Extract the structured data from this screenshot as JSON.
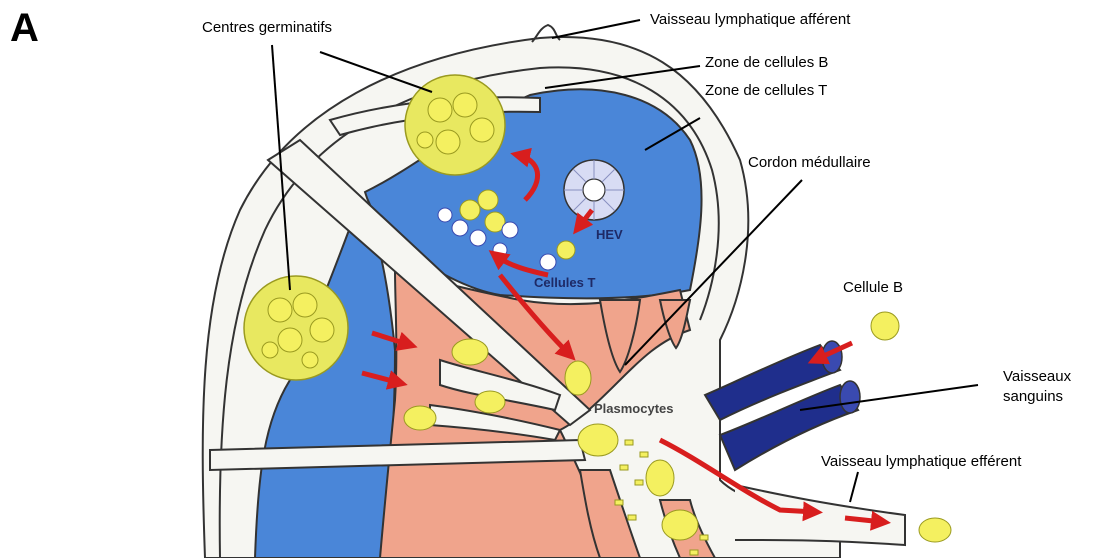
{
  "panel_letter": "A",
  "labels": {
    "centres_germinatifs": "Centres germinatifs",
    "vaisseau_afferent": "Vaisseau lymphatique afférent",
    "zone_b": "Zone de cellules B",
    "zone_t": "Zone de cellules T",
    "cordon_medullaire": "Cordon médullaire",
    "cellule_b": "Cellule B",
    "vaisseaux_sanguins_1": "Vaisseaux",
    "vaisseaux_sanguins_2": "sanguins",
    "vaisseau_efferent": "Vaisseau lymphatique efférent",
    "hev": "HEV",
    "cellules_t": "Cellules T",
    "plasmocytes": "Plasmocytes"
  },
  "colors": {
    "b_zone_blue": "#4a86d8",
    "medulla_salmon": "#f0a48c",
    "capsule_white": "#f6f6f2",
    "outline": "#333333",
    "arrow_red": "#d81e1e",
    "cell_yellow": "#f4f060",
    "cell_outline": "#9a9a20",
    "vessel_navy": "#1f2e8c",
    "hev_ring": "#d8dcf4"
  }
}
